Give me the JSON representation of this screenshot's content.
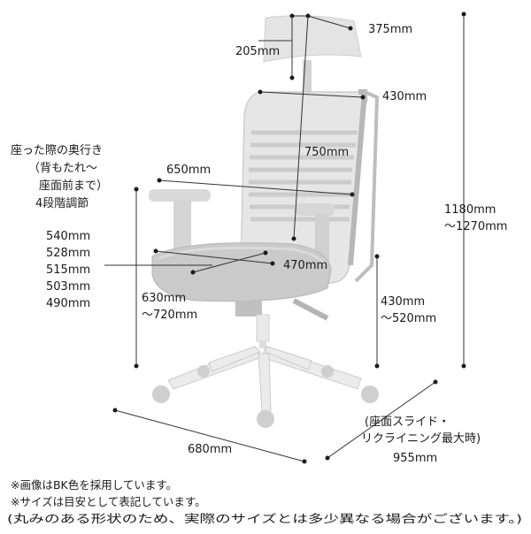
{
  "labels": {
    "head_width": "375mm",
    "head_height": "205mm",
    "back_width": "430mm",
    "back_height": "750mm",
    "depth_title": [
      "座った際の奥行き",
      "（背もたれ〜",
      "座面前まで）",
      "4段階調節"
    ],
    "arm_width": "650mm",
    "depth_values": [
      "540mm",
      "528mm",
      "515mm",
      "503mm",
      "490mm"
    ],
    "seat_width": "470mm",
    "arm_height": [
      "630mm",
      "〜720mm"
    ],
    "seat_height": [
      "430mm",
      "〜520mm"
    ],
    "total_height": [
      "1180mm",
      "〜1270mm"
    ],
    "base_width": "680mm",
    "recline_note": [
      "(座面スライド・",
      "リクライニング最大時)"
    ],
    "total_depth": "955mm"
  },
  "footnotes": [
    "※画像はBK色を採用しています。",
    "※サイズは目安として表記しています。",
    "(丸みのある形状のため、実際のサイズとは多少異なる場合がございます。)"
  ],
  "colors": {
    "mesh": "#c8c8c8",
    "mesh_dark": "#9a9a9a",
    "frame": "#bdbdbd",
    "text": "#1a1a1a",
    "chrome": "#d6d6d6"
  }
}
